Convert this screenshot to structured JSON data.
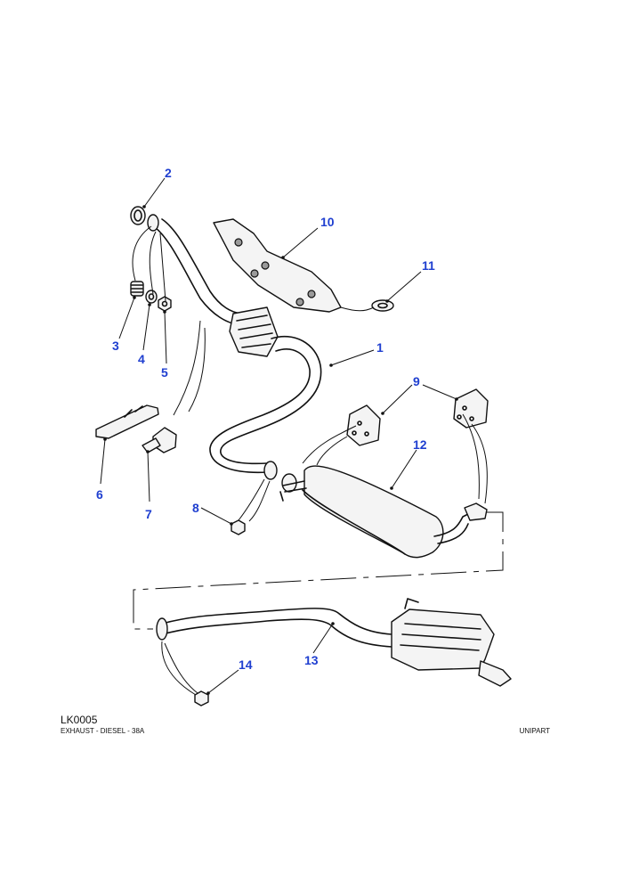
{
  "diagram": {
    "callouts": [
      "1",
      "2",
      "3",
      "4",
      "5",
      "6",
      "7",
      "8",
      "9",
      "10",
      "11",
      "12",
      "13",
      "14"
    ]
  },
  "footer": {
    "code": "LK0005",
    "title": "EXHAUST - DIESEL - 38A",
    "brand": "UNIPART"
  }
}
